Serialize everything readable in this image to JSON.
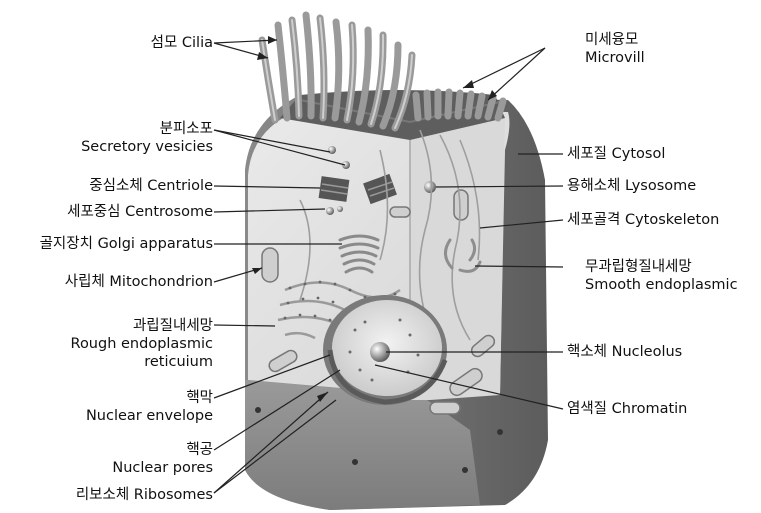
{
  "left_labels": {
    "cilia": "섬모 Cilia",
    "secretory_ko": "분피소포",
    "secretory_en": "Secretory vesicies",
    "centriole": "중심소체 Centriole",
    "centrosome": "세포중심 Centrosome",
    "golgi": "골지장치 Golgi apparatus",
    "mitochondrion": "사립체 Mitochondrion",
    "rough_er_ko": "과립질내세망",
    "rough_er_en1": "Rough endoplasmic",
    "rough_er_en2": "reticuium",
    "envelope_ko": "핵막",
    "envelope_en": "Nuclear envelope",
    "pores_ko": "핵공",
    "pores_en": "Nuclear pores",
    "ribosomes": "리보소체 Ribosomes"
  },
  "right_labels": {
    "microvilli_ko": "미세융모",
    "microvilli_en": "Microvill",
    "cytosol": "세포질 Cytosol",
    "lysosome": "용해소체 Lysosome",
    "cytoskeleton": "세포골격 Cytoskeleton",
    "smooth_er_ko": "무과립형질내세망",
    "smooth_er_en": "Smooth endoplasmic",
    "nucleolus": "핵소체 Nucleolus",
    "chromatin": "염색질 Chromatin"
  }
}
